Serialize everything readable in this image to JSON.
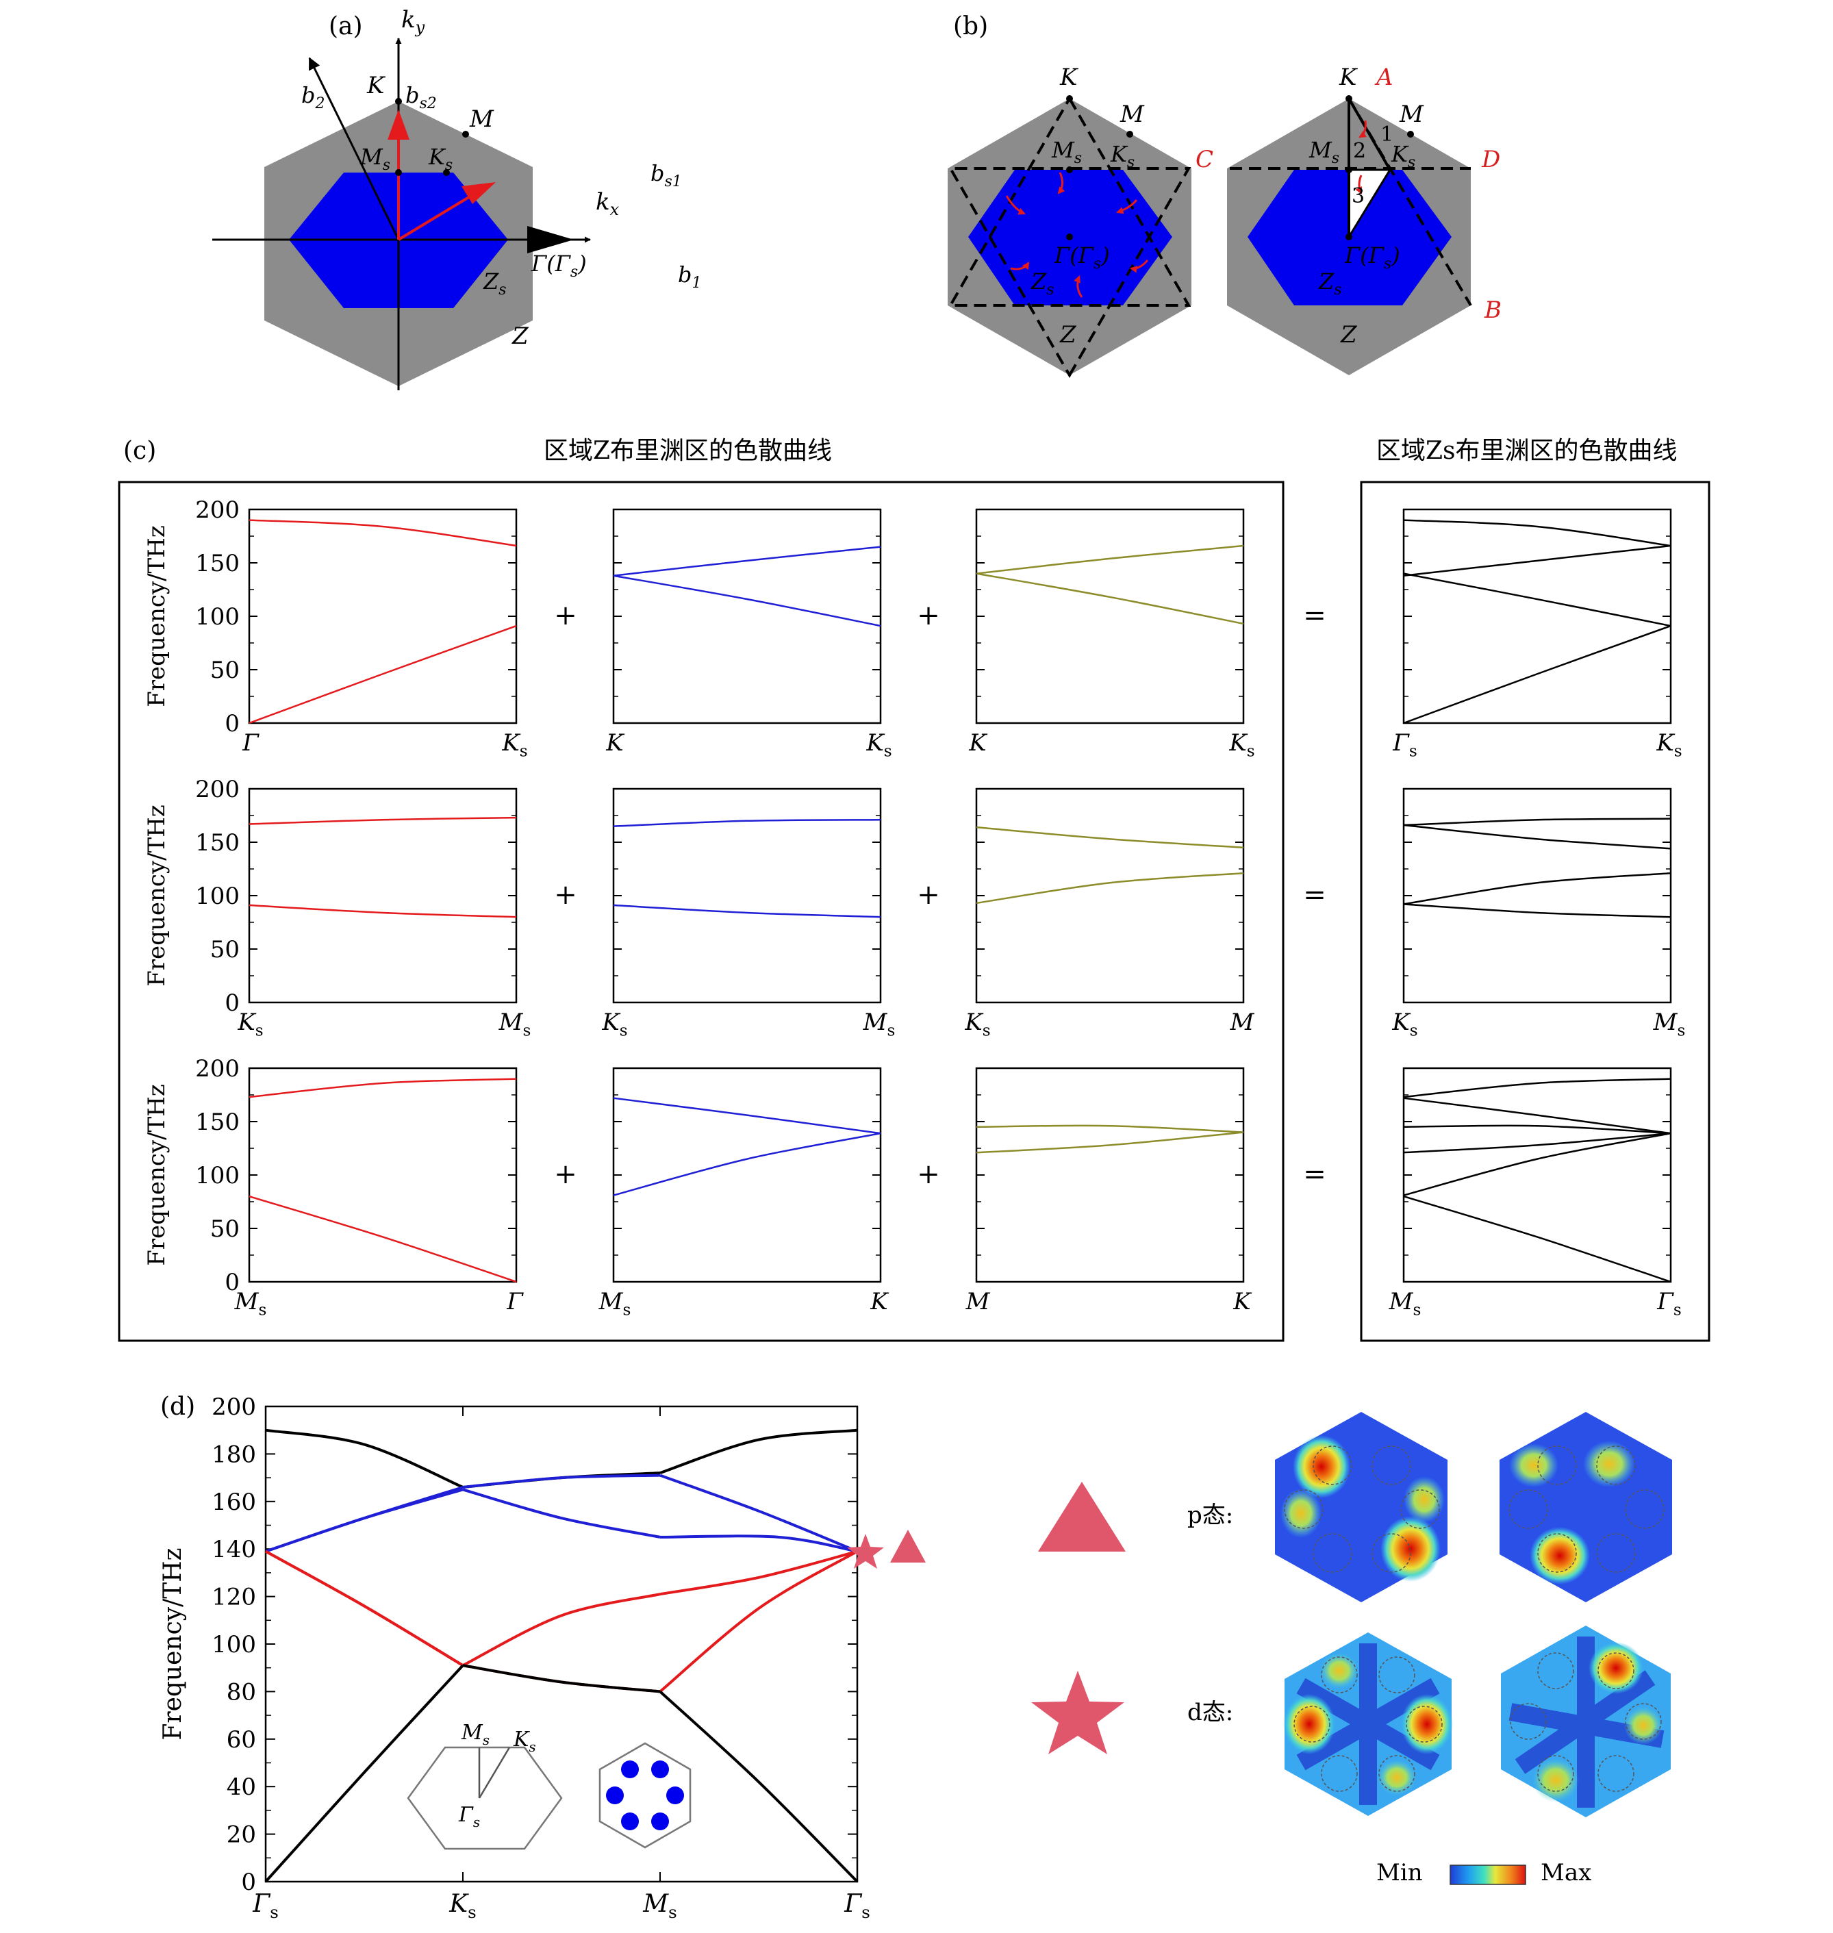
{
  "panel_a": {
    "label": "(a)",
    "ky": "k",
    "ky_sub": "y",
    "kx": "k",
    "kx_sub": "x",
    "K": "K",
    "bs2": "b",
    "bs2_sub": "s2",
    "M": "M",
    "b2": "b",
    "b2_sub": "2",
    "Ms": "M",
    "Ms_sub": "s",
    "Ks": "K",
    "Ks_sub": "s",
    "bs1": "b",
    "bs1_sub": "s1",
    "gamma": "Γ(Γ",
    "gamma_sub": "s",
    "gamma_close": ")",
    "b1": "b",
    "b1_sub": "1",
    "Zs": "Z",
    "Zs_sub": "s",
    "Z": "Z"
  },
  "panel_b": {
    "label": "(b)",
    "K": "K",
    "M": "M",
    "Ms": "M",
    "Ms_sub": "s",
    "Ks": "K",
    "Ks_sub": "s",
    "gamma": "Γ(Γ",
    "gamma_sub": "s",
    "gamma_close": ")",
    "Zs": "Z",
    "Zs_sub": "s",
    "Z": "Z",
    "C": "C",
    "A": "A",
    "D": "D",
    "B": "B",
    "n1": "1",
    "n2": "2",
    "n3": "3"
  },
  "panel_c": {
    "label": "(c)",
    "title_left": "区域Z布里渊区的色散曲线",
    "title_right": "区域Zs布里渊区的色散曲线",
    "ylabel": "Frequency/THz",
    "yticks": [
      "0",
      "50",
      "100",
      "150",
      "200"
    ],
    "plus": "+",
    "equals": "=",
    "row_xlabels": [
      [
        [
          "Γ",
          "Ks"
        ],
        [
          "K",
          "Ks"
        ],
        [
          "K",
          "Ks"
        ],
        [
          "Γs",
          "Ks"
        ]
      ],
      [
        [
          "Ks",
          "Ms"
        ],
        [
          "Ks",
          "Ms"
        ],
        [
          "Ks",
          "M"
        ],
        [
          "Ks",
          "Ms"
        ]
      ],
      [
        [
          "Ms",
          "Γ"
        ],
        [
          "Ms",
          "K"
        ],
        [
          "M",
          "K"
        ],
        [
          "Ms",
          "Γs"
        ]
      ]
    ]
  },
  "panel_d": {
    "label": "(d)",
    "ylabel": "Frequency/THz",
    "yticks": [
      "0",
      "20",
      "40",
      "60",
      "80",
      "100",
      "120",
      "140",
      "160",
      "180",
      "200"
    ],
    "xticks": [
      "Γs",
      "Ks",
      "Ms",
      "Γs"
    ],
    "inset_Ms": "M",
    "inset_Ms_sub": "s",
    "inset_Ks": "K",
    "inset_Ks_sub": "s",
    "inset_G": "Γ",
    "inset_G_sub": "s",
    "p_state": "p态:",
    "d_state": "d态:",
    "cb_min": "Min",
    "cb_max": "Max"
  },
  "colors": {
    "gray_hex": "#8c8c8c",
    "blue_hex": "#0000ee",
    "red": "#e41a1c",
    "blue_line": "#1f1fd6",
    "olive": "#8c8c2a",
    "marker": "#e0566b"
  },
  "chart_data": [
    {
      "type": "line",
      "panel": "c-row1",
      "ylabel": "Frequency/THz",
      "ylim": [
        0,
        200
      ],
      "subplots": [
        {
          "x_labels": [
            "Γ",
            "Ks"
          ],
          "series": [
            {
              "color": "red",
              "values": [
                [
                  0,
                  190
                ],
                [
                  0.5,
                  184
                ],
                [
                  1,
                  166
                ]
              ]
            },
            {
              "color": "red",
              "values": [
                [
                  0,
                  0
                ],
                [
                  0.5,
                  46
                ],
                [
                  1,
                  91
                ]
              ]
            }
          ]
        },
        {
          "x_labels": [
            "K",
            "Ks"
          ],
          "series": [
            {
              "color": "blue",
              "values": [
                [
                  0,
                  138
                ],
                [
                  0.5,
                  152
                ],
                [
                  1,
                  165
                ]
              ]
            },
            {
              "color": "blue",
              "values": [
                [
                  0,
                  138
                ],
                [
                  0.5,
                  116
                ],
                [
                  1,
                  91
                ]
              ]
            }
          ]
        },
        {
          "x_labels": [
            "K",
            "Ks"
          ],
          "series": [
            {
              "color": "olive",
              "values": [
                [
                  0,
                  140
                ],
                [
                  0.5,
                  154
                ],
                [
                  1,
                  166
                ]
              ]
            },
            {
              "color": "olive",
              "values": [
                [
                  0,
                  140
                ],
                [
                  0.5,
                  118
                ],
                [
                  1,
                  93
                ]
              ]
            }
          ]
        },
        {
          "x_labels": [
            "Γs",
            "Ks"
          ],
          "series": [
            {
              "color": "black",
              "values": [
                [
                  0,
                  190
                ],
                [
                  0.5,
                  184
                ],
                [
                  1,
                  166
                ]
              ]
            },
            {
              "color": "black",
              "values": [
                [
                  0,
                  138
                ],
                [
                  0.5,
                  152
                ],
                [
                  1,
                  166
                ]
              ]
            },
            {
              "color": "black",
              "values": [
                [
                  0,
                  140
                ],
                [
                  0.5,
                  116
                ],
                [
                  1,
                  91
                ]
              ]
            },
            {
              "color": "black",
              "values": [
                [
                  0,
                  0
                ],
                [
                  0.5,
                  46
                ],
                [
                  1,
                  91
                ]
              ]
            }
          ]
        }
      ]
    },
    {
      "type": "line",
      "panel": "c-row2",
      "ylabel": "Frequency/THz",
      "ylim": [
        0,
        200
      ],
      "subplots": [
        {
          "x_labels": [
            "Ks",
            "Ms"
          ],
          "series": [
            {
              "color": "red",
              "values": [
                [
                  0,
                  167
                ],
                [
                  0.5,
                  171
                ],
                [
                  1,
                  173
                ]
              ]
            },
            {
              "color": "red",
              "values": [
                [
                  0,
                  91
                ],
                [
                  0.5,
                  84
                ],
                [
                  1,
                  80
                ]
              ]
            }
          ]
        },
        {
          "x_labels": [
            "Ks",
            "Ms"
          ],
          "series": [
            {
              "color": "blue",
              "values": [
                [
                  0,
                  165
                ],
                [
                  0.5,
                  170
                ],
                [
                  1,
                  171
                ]
              ]
            },
            {
              "color": "blue",
              "values": [
                [
                  0,
                  91
                ],
                [
                  0.5,
                  84
                ],
                [
                  1,
                  80
                ]
              ]
            }
          ]
        },
        {
          "x_labels": [
            "Ks",
            "M"
          ],
          "series": [
            {
              "color": "olive",
              "values": [
                [
                  0,
                  164
                ],
                [
                  0.5,
                  153
                ],
                [
                  1,
                  145
                ]
              ]
            },
            {
              "color": "olive",
              "values": [
                [
                  0,
                  93
                ],
                [
                  0.5,
                  112
                ],
                [
                  1,
                  121
                ]
              ]
            }
          ]
        },
        {
          "x_labels": [
            "Ks",
            "Ms"
          ],
          "series": [
            {
              "color": "black",
              "values": [
                [
                  0,
                  166
                ],
                [
                  0.5,
                  171
                ],
                [
                  1,
                  172
                ]
              ]
            },
            {
              "color": "black",
              "values": [
                [
                  0,
                  166
                ],
                [
                  0.5,
                  153
                ],
                [
                  1,
                  144
                ]
              ]
            },
            {
              "color": "black",
              "values": [
                [
                  0,
                  92
                ],
                [
                  0.5,
                  112
                ],
                [
                  1,
                  121
                ]
              ]
            },
            {
              "color": "black",
              "values": [
                [
                  0,
                  92
                ],
                [
                  0.5,
                  84
                ],
                [
                  1,
                  80
                ]
              ]
            }
          ]
        }
      ]
    },
    {
      "type": "line",
      "panel": "c-row3",
      "ylabel": "Frequency/THz",
      "ylim": [
        0,
        200
      ],
      "subplots": [
        {
          "x_labels": [
            "Ms",
            "Γ"
          ],
          "series": [
            {
              "color": "red",
              "values": [
                [
                  0,
                  173
                ],
                [
                  0.5,
                  186
                ],
                [
                  1,
                  190
                ]
              ]
            },
            {
              "color": "red",
              "values": [
                [
                  0,
                  80
                ],
                [
                  0.5,
                  42
                ],
                [
                  1,
                  0
                ]
              ]
            }
          ]
        },
        {
          "x_labels": [
            "Ms",
            "K"
          ],
          "series": [
            {
              "color": "blue",
              "values": [
                [
                  0,
                  172
                ],
                [
                  0.5,
                  156
                ],
                [
                  1,
                  139
                ]
              ]
            },
            {
              "color": "blue",
              "values": [
                [
                  0,
                  81
                ],
                [
                  0.5,
                  115
                ],
                [
                  1,
                  139
                ]
              ]
            }
          ]
        },
        {
          "x_labels": [
            "M",
            "K"
          ],
          "series": [
            {
              "color": "olive",
              "values": [
                [
                  0,
                  145
                ],
                [
                  0.5,
                  146
                ],
                [
                  1,
                  140
                ]
              ]
            },
            {
              "color": "olive",
              "values": [
                [
                  0,
                  121
                ],
                [
                  0.5,
                  128
                ],
                [
                  1,
                  140
                ]
              ]
            }
          ]
        },
        {
          "x_labels": [
            "Ms",
            "Γs"
          ],
          "series": [
            {
              "color": "black",
              "values": [
                [
                  0,
                  173
                ],
                [
                  0.5,
                  186
                ],
                [
                  1,
                  190
                ]
              ]
            },
            {
              "color": "black",
              "values": [
                [
                  0,
                  172
                ],
                [
                  0.5,
                  156
                ],
                [
                  1,
                  139
                ]
              ]
            },
            {
              "color": "black",
              "values": [
                [
                  0,
                  145
                ],
                [
                  0.5,
                  146
                ],
                [
                  1,
                  139
                ]
              ]
            },
            {
              "color": "black",
              "values": [
                [
                  0,
                  121
                ],
                [
                  0.5,
                  128
                ],
                [
                  1,
                  139
                ]
              ]
            },
            {
              "color": "black",
              "values": [
                [
                  0,
                  81
                ],
                [
                  0.5,
                  115
                ],
                [
                  1,
                  139
                ]
              ]
            },
            {
              "color": "black",
              "values": [
                [
                  0,
                  80
                ],
                [
                  0.5,
                  42
                ],
                [
                  1,
                  0
                ]
              ]
            }
          ]
        }
      ]
    },
    {
      "type": "line",
      "panel": "d",
      "ylabel": "Frequency/THz",
      "ylim": [
        0,
        200
      ],
      "x_ticks": [
        "Γs",
        "Ks",
        "Ms",
        "Γs"
      ],
      "series": [
        {
          "color": "black",
          "values": [
            [
              0,
              190
            ],
            [
              0.5,
              184
            ],
            [
              1,
              166
            ],
            [
              1.5,
              170
            ],
            [
              2,
              172
            ],
            [
              2.5,
              186
            ],
            [
              3,
              190
            ]
          ]
        },
        {
          "color": "blue",
          "values": [
            [
              0,
              139
            ],
            [
              0.5,
              153
            ],
            [
              1,
              166
            ],
            [
              1.5,
              170
            ],
            [
              2,
              171
            ],
            [
              2.5,
              156
            ],
            [
              3,
              139
            ]
          ]
        },
        {
          "color": "blue",
          "values": [
            [
              0,
              139
            ],
            [
              0.5,
              153
            ],
            [
              1,
              165
            ],
            [
              1.5,
              153
            ],
            [
              2,
              145
            ],
            [
              2.6,
              145
            ],
            [
              3,
              139
            ]
          ]
        },
        {
          "color": "red",
          "values": [
            [
              0,
              139
            ],
            [
              0.5,
              116
            ],
            [
              1,
              91
            ],
            [
              1.5,
              112
            ],
            [
              2,
              121
            ],
            [
              2.5,
              128
            ],
            [
              3,
              139
            ]
          ]
        },
        {
          "color": "red",
          "values": [
            [
              0,
              139
            ],
            [
              0.5,
              116
            ],
            [
              1,
              91
            ],
            [
              1.5,
              84
            ],
            [
              2,
              80
            ],
            [
              2.5,
              115
            ],
            [
              3,
              139
            ]
          ]
        },
        {
          "color": "black",
          "values": [
            [
              0,
              0
            ],
            [
              0.5,
              46
            ],
            [
              1,
              91
            ],
            [
              1.5,
              84
            ],
            [
              2,
              80
            ],
            [
              2.5,
              42
            ],
            [
              3,
              0
            ]
          ]
        }
      ]
    }
  ]
}
